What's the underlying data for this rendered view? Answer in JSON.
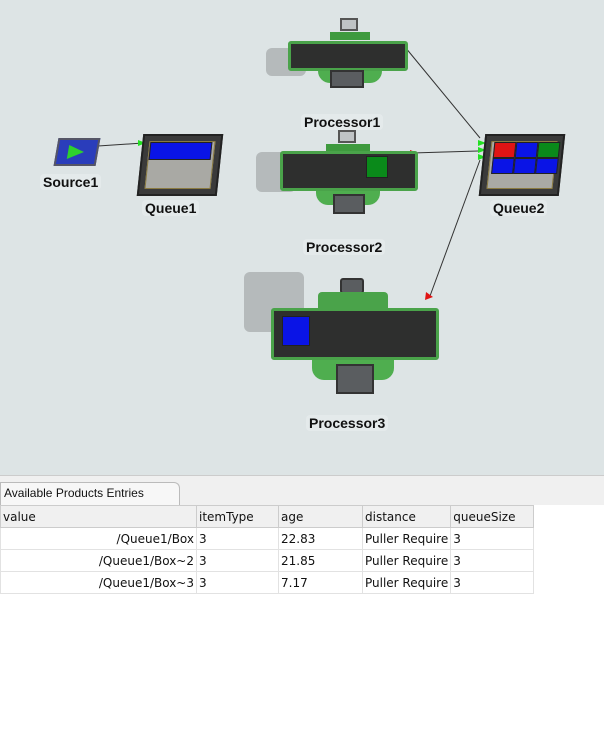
{
  "model": {
    "objects": {
      "source": "Source1",
      "queue1": "Queue1",
      "queue2": "Queue2",
      "processor1": "Processor1",
      "processor2": "Processor2",
      "processor3": "Processor3"
    },
    "colors": {
      "background": "#dde4e5",
      "green": "#4fae4f",
      "blue": "#0a14e6",
      "red": "#e01414",
      "item_green": "#0a8a1a"
    }
  },
  "panel": {
    "tab_label": "Available Products Entries",
    "columns": [
      "value",
      "itemType",
      "age",
      "distance",
      "queueSize"
    ],
    "rows": [
      [
        "/Queue1/Box",
        "3",
        "22.83",
        "Puller Require",
        "3"
      ],
      [
        "/Queue1/Box~2",
        "3",
        "21.85",
        "Puller Require",
        "3"
      ],
      [
        "/Queue1/Box~3",
        "3",
        "7.17",
        "Puller Require",
        "3"
      ]
    ]
  }
}
